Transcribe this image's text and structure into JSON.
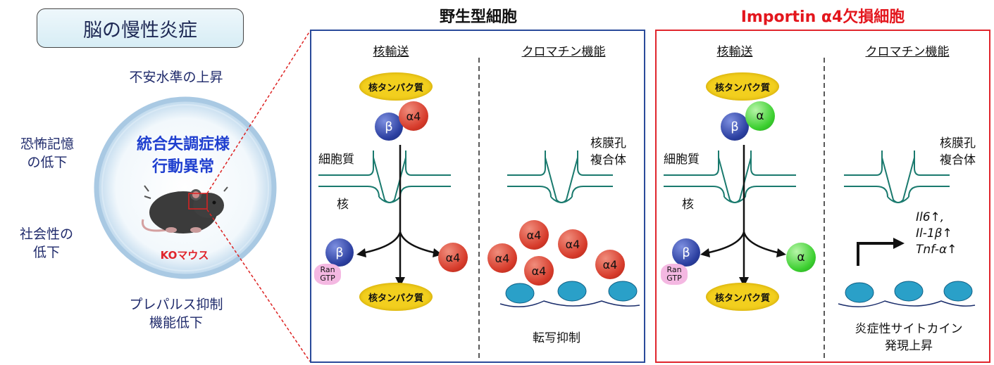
{
  "left": {
    "title": "脳の慢性炎症",
    "anxiety": "不安水準の上昇",
    "fear_memory": [
      "恐怖記憶",
      "の低下"
    ],
    "social": [
      "社会性の",
      "低下"
    ],
    "ppi": [
      "プレパルス抑制",
      "機能低下"
    ],
    "center_label": [
      "統合失調症様",
      "行動異常"
    ],
    "mouse_label": "KOマウス"
  },
  "wild": {
    "title": "野生型細胞",
    "nuclear_transport": "核輸送",
    "chromatin": "クロマチン機能",
    "cytoplasm": "細胞質",
    "nucleus": "核",
    "npc": [
      "核膜孔",
      "複合体"
    ],
    "nuclear_protein": "核タンパク質",
    "beta": "β",
    "alpha4": "α4",
    "ran": [
      "Ran",
      "GTP"
    ],
    "repression": "転写抑制"
  },
  "ko": {
    "title": "Importin α4欠損細胞",
    "nuclear_transport": "核輸送",
    "chromatin": "クロマチン機能",
    "cytoplasm": "細胞質",
    "nucleus": "核",
    "npc": [
      "核膜孔",
      "複合体"
    ],
    "nuclear_protein": "核タンパク質",
    "beta": "β",
    "alpha": "α",
    "ran": [
      "Ran",
      "GTP"
    ],
    "genes": [
      "Il6↑,",
      "Il-1β↑",
      "Tnf-α↑"
    ],
    "cytokine": [
      "炎症性サイトカイン",
      "発現上昇"
    ]
  },
  "colors": {
    "wild_border": "#2a4a9a",
    "ko_border": "#e0262d",
    "ko_title": "#e3161d",
    "highlight_blue": "#1f3fcf",
    "beta_blue": "#2b3fa0",
    "alpha4_red": "#d63a2a",
    "alpha_green": "#3bcf2f",
    "nuclear_protein_yellow": "#f2cf1e",
    "pore_teal": "#1a7a6e",
    "nucleosome_cyan": "#2aa0c8"
  }
}
